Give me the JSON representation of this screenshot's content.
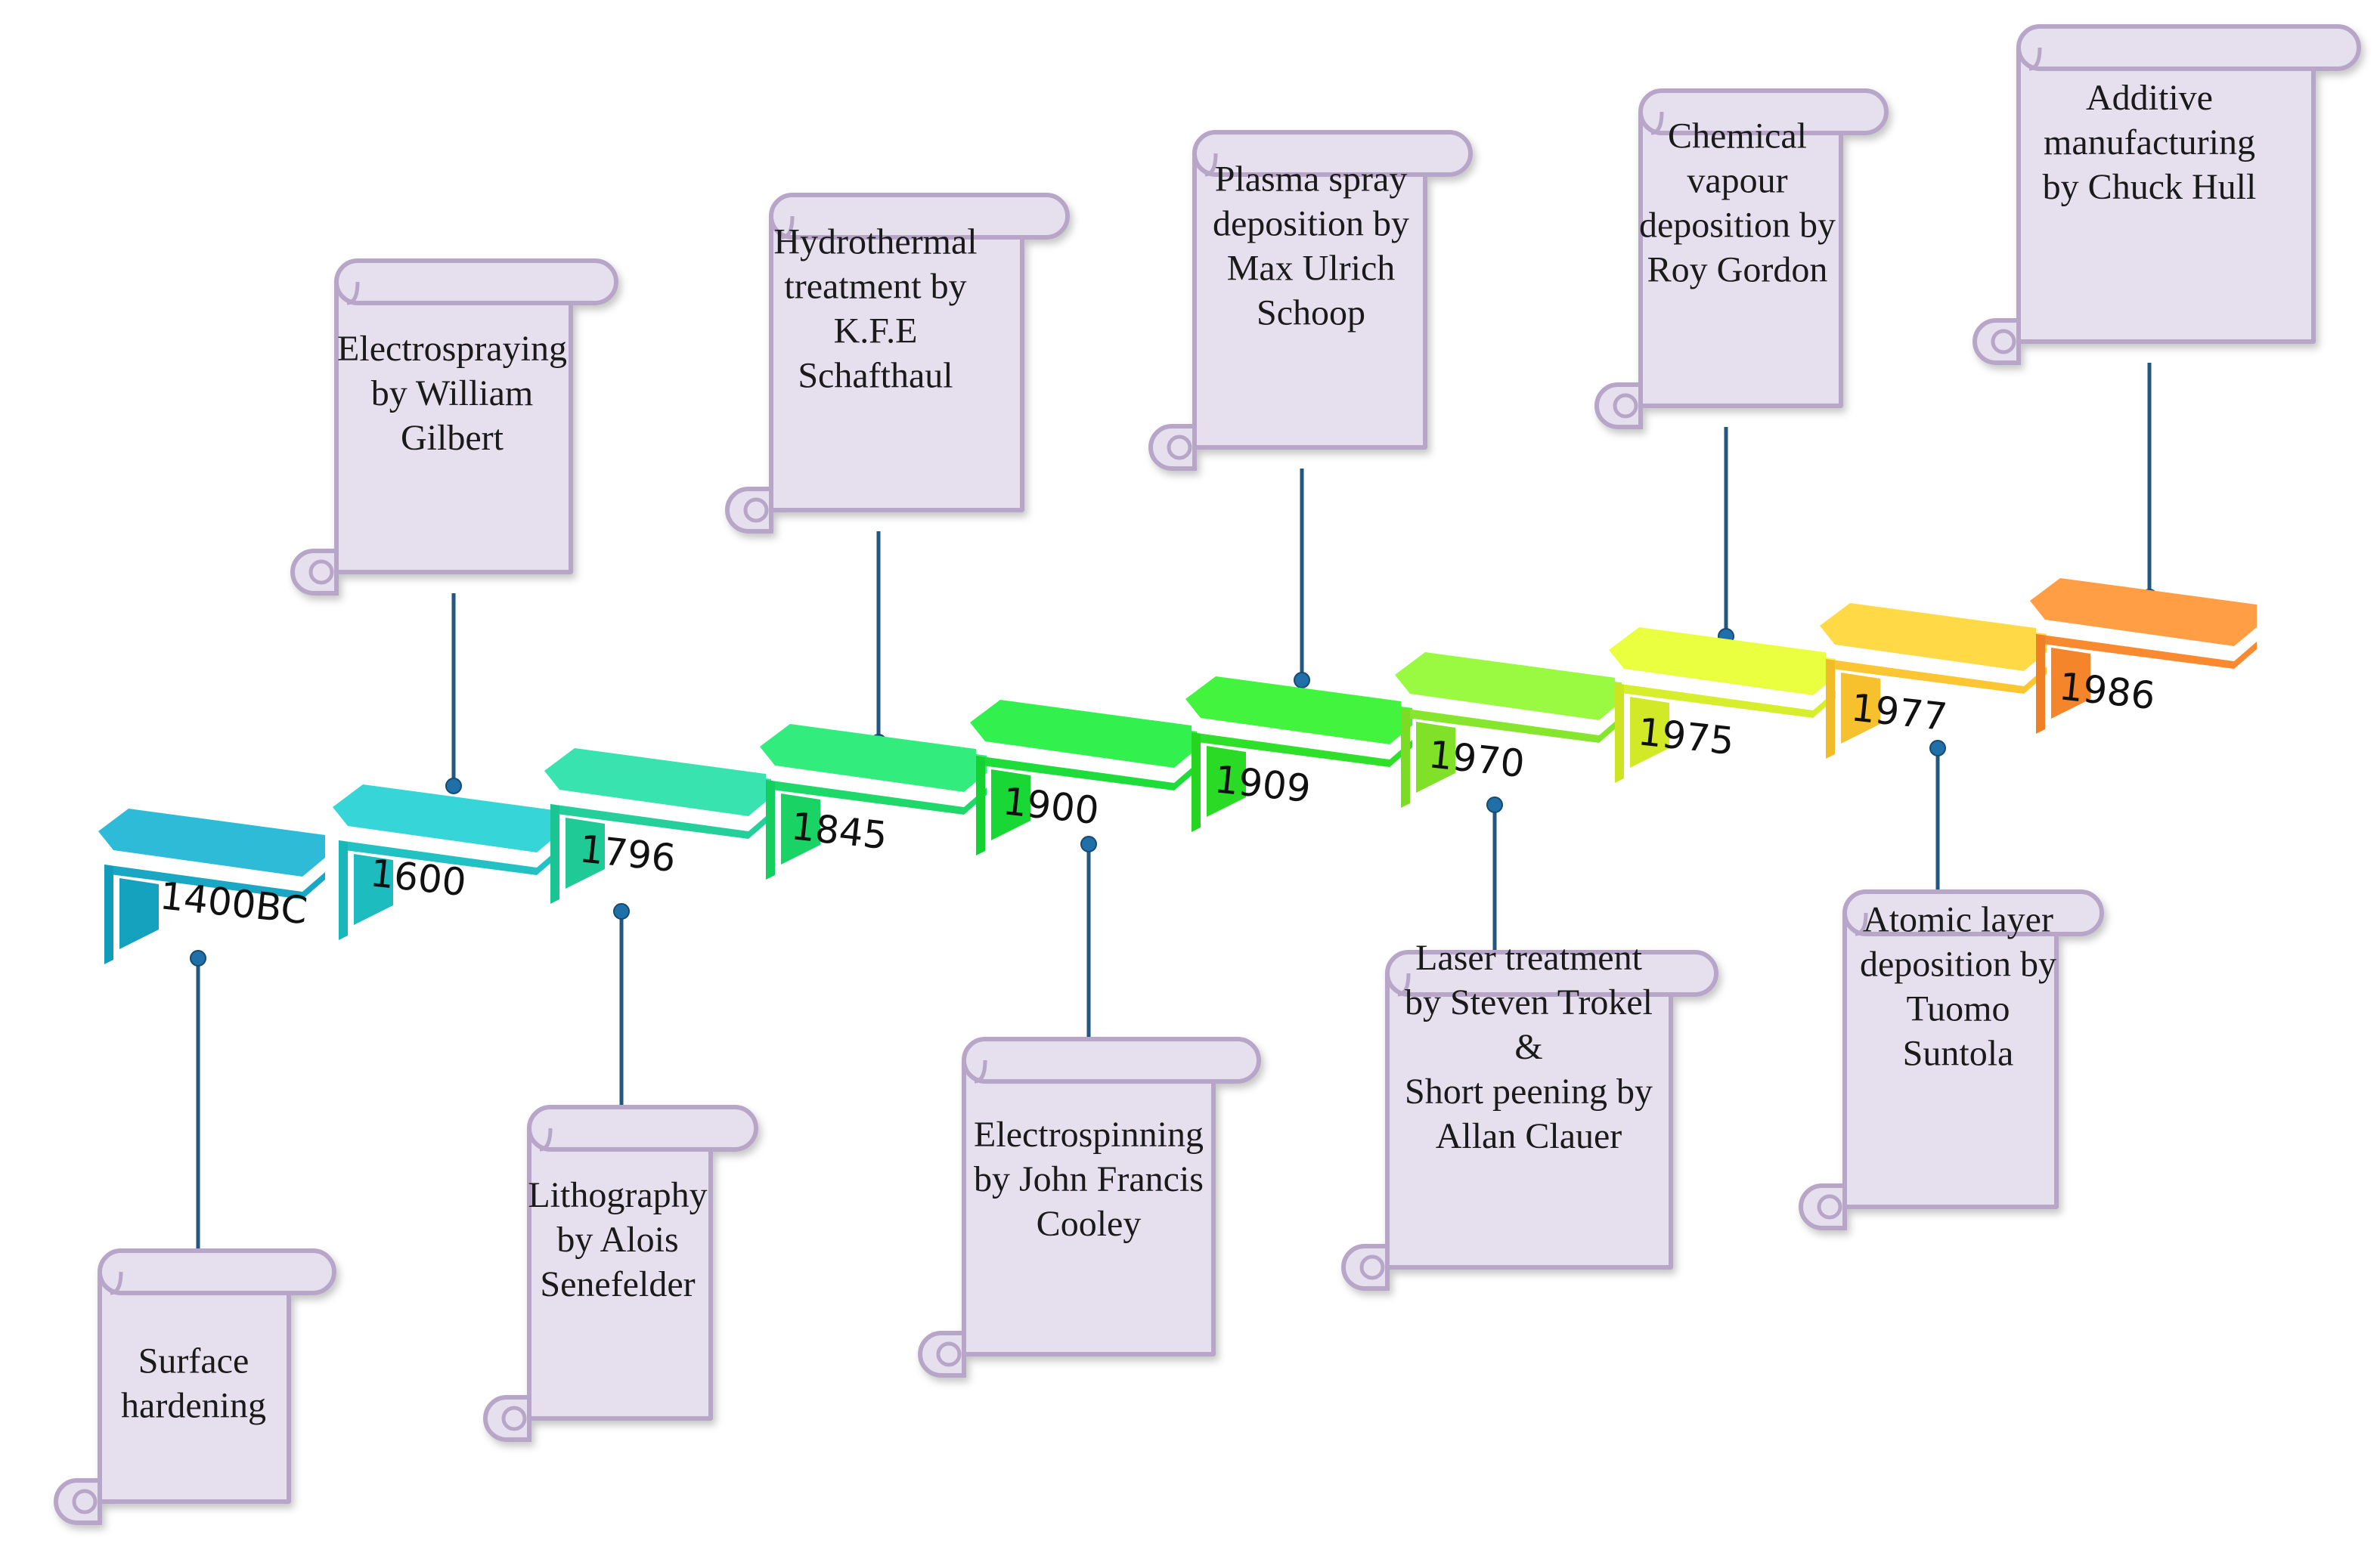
{
  "timeline": {
    "events": [
      {
        "year": "1400BC",
        "color": "#1aa7c4",
        "description": [
          "Surface",
          "hardening"
        ]
      },
      {
        "year": "1600",
        "color": "#22c2c4",
        "description": [
          "Electrospraying",
          "by William",
          "Gilbert"
        ]
      },
      {
        "year": "1796",
        "color": "#24cf9c",
        "description": [
          "Lithography",
          "by Alois",
          "Senefelder"
        ]
      },
      {
        "year": "1845",
        "color": "#1fd86a",
        "description": [
          "Hydrothermal",
          "treatment by",
          "K.F.E",
          "Schafthaul"
        ]
      },
      {
        "year": "1900",
        "color": "#1edc3a",
        "description": [
          "Electrospinning",
          "by John Francis",
          "Cooley"
        ]
      },
      {
        "year": "1909",
        "color": "#2ee02a",
        "description": [
          "Plasma spray",
          "deposition by",
          "Max Ulrich",
          "Schoop"
        ]
      },
      {
        "year": "1970",
        "color": "#86e62e",
        "description": [
          "Laser treatment",
          "by Steven Trokel",
          "&",
          "Short peening by",
          "Allan Clauer"
        ]
      },
      {
        "year": "1975",
        "color": "#d6ee2c",
        "description": [
          "Chemical",
          "vapour",
          "deposition by",
          "Roy Gordon"
        ]
      },
      {
        "year": "1977",
        "color": "#fbc632",
        "description": [
          "Atomic layer",
          "deposition by",
          "Tuomo",
          "Suntola"
        ]
      },
      {
        "year": "1986",
        "color": "#f98a30",
        "description": [
          "Additive",
          "manufacturing",
          "by Chuck Hull"
        ]
      }
    ],
    "scroll_fill": "#e6e0ee",
    "scroll_stroke": "#b8a6c9",
    "connector_color": "#23577d"
  }
}
